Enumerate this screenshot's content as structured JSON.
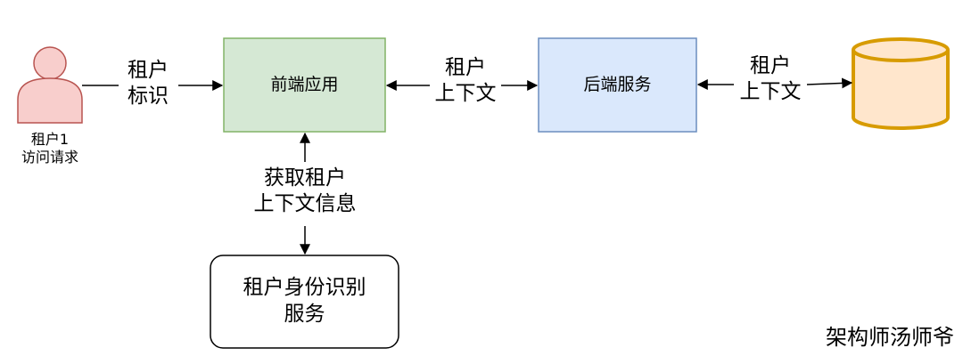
{
  "nodes": {
    "tenant_user": {
      "label": "租户1\n访问请求",
      "icon": "person-icon",
      "fill": "#f8cecc",
      "stroke": "#b85450"
    },
    "frontend": {
      "label": "前端应用",
      "fill": "#d5e8d4",
      "stroke": "#82b366"
    },
    "backend": {
      "label": "后端服务",
      "fill": "#dae8fc",
      "stroke": "#6c8ebf"
    },
    "database": {
      "icon": "database-cylinder-icon",
      "fill": "#ffe6cc",
      "stroke": "#d79b00"
    },
    "identity_service": {
      "label": "租户身份识别\n服务",
      "fill": "#ffffff",
      "stroke": "#000000"
    }
  },
  "edges": {
    "user_to_frontend": {
      "label": "租户\n标识"
    },
    "frontend_backend": {
      "label": "租户\n上下文"
    },
    "backend_database": {
      "label": "租户\n上下文"
    },
    "frontend_identity": {
      "label": "获取租户\n上下文信息"
    }
  },
  "watermark": "架构师汤师爷"
}
